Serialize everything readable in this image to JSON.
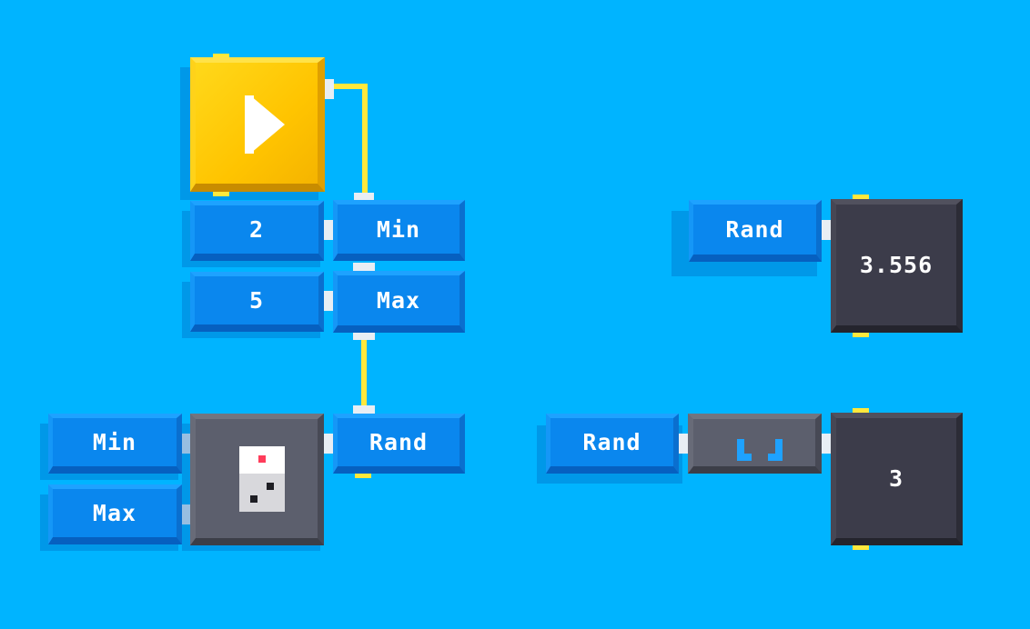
{
  "start_block": {
    "icon": "play-icon"
  },
  "min_value": "2",
  "max_value": "5",
  "min_label": "Min",
  "max_label": "Max",
  "rand_label": "Rand",
  "dice_block": {
    "icon": "dice-icon",
    "min_label": "Min",
    "max_label": "Max",
    "rand_label": "Rand"
  },
  "output_top": {
    "rand_label": "Rand",
    "value": "3.556"
  },
  "output_bottom": {
    "rand_label": "Rand",
    "floor_icon": "floor-icon",
    "value": "3"
  },
  "colors": {
    "background": "#00b4ff",
    "blue_block": "#0a87ee",
    "dark_block": "#3c3c4a",
    "yellow_block": "#ffc400",
    "wire": "#ffe83c",
    "dice_pip_red": "#ff3c5a"
  }
}
